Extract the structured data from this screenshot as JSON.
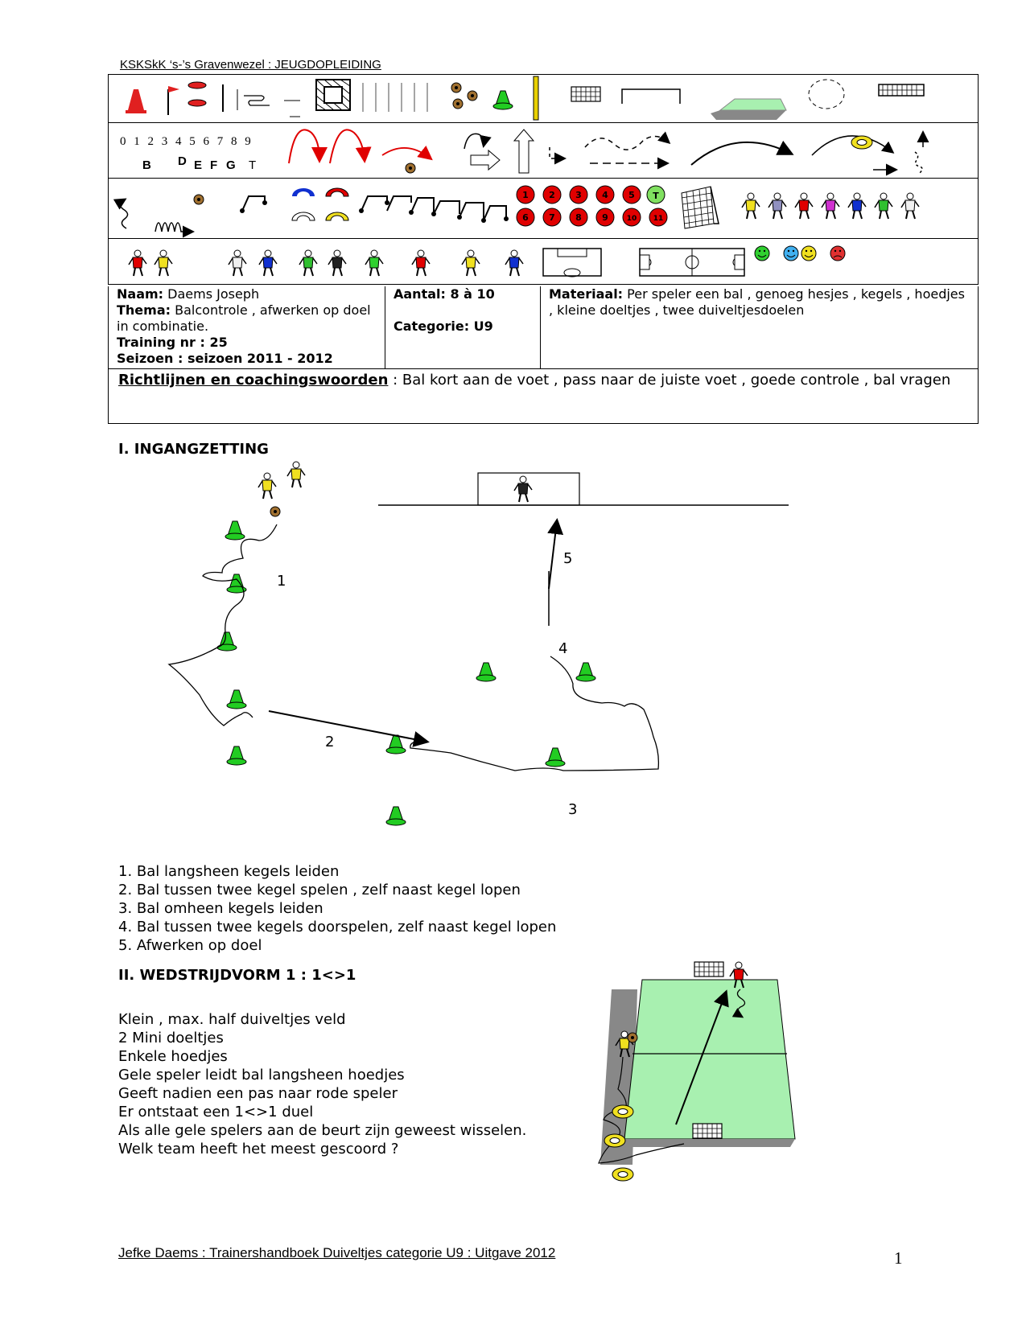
{
  "header": {
    "text": "KSKSkK ‘s-’s Gravenwezel : JEUGDOPLEIDING"
  },
  "legend": {
    "digits": "0 1 2 3 4 5 6 7 8 9",
    "letters": [
      "B",
      "D",
      "E",
      "F",
      "G",
      "T"
    ],
    "red_numbers": [
      "1",
      "2",
      "3",
      "4",
      "5",
      "6",
      "7",
      "8",
      "9",
      "10",
      "11"
    ],
    "t_badge": "T"
  },
  "info": {
    "naam_label": "Naam:",
    "naam_value": "Daems Joseph",
    "thema_label": "Thema:",
    "thema_value": "Balcontrole , afwerken op doel in combinatie.",
    "training": "Training nr : 25",
    "seizoen": "Seizoen : seizoen 2011 - 2012",
    "aantal": "Aantal: 8 à 10",
    "categorie": "Categorie: U9",
    "materiaal_label": "Materiaal:",
    "materiaal_value": "Per speler een bal , genoeg hesjes , kegels , hoedjes , kleine doeltjes , twee duiveltjesdoelen",
    "richtlijnen_label": "Richtlijnen en coachingswoorden",
    "richtlijnen_value": " : Bal kort aan de voet , pass naar de juiste voet , goede controle , bal vragen"
  },
  "section1": {
    "title": "I. INGANGZETTING",
    "diagram_labels": [
      "1",
      "2",
      "3",
      "4",
      "5"
    ],
    "steps": [
      "1. Bal langsheen kegels leiden",
      "2. Bal tussen twee kegel spelen , zelf naast kegel lopen",
      "3. Bal omheen kegels leiden",
      "4. Bal tussen twee kegels doorspelen, zelf naast kegel lopen",
      "5. Afwerken op doel"
    ]
  },
  "section2": {
    "title": "II. WEDSTRIJDVORM 1 : 1<>1",
    "lines": [
      "Klein , max. half duiveltjes veld",
      "2 Mini doeltjes",
      "Enkele hoedjes",
      "Gele speler leidt bal langsheen hoedjes",
      "Geeft nadien een pas naar rode speler",
      "Er ontstaat een 1<>1 duel",
      "Als alle gele spelers aan de beurt zijn geweest wisselen.",
      "Welk team heeft het meest gescoord ?"
    ]
  },
  "footer": {
    "text": "Jefke Daems : Trainershandboek Duiveltjes categorie U9 : Uitgave 2012",
    "page": "1"
  },
  "colors": {
    "cone": "#22cc22",
    "field": "#a8f0b0",
    "red": "#e00000",
    "yellow": "#f0e020"
  }
}
